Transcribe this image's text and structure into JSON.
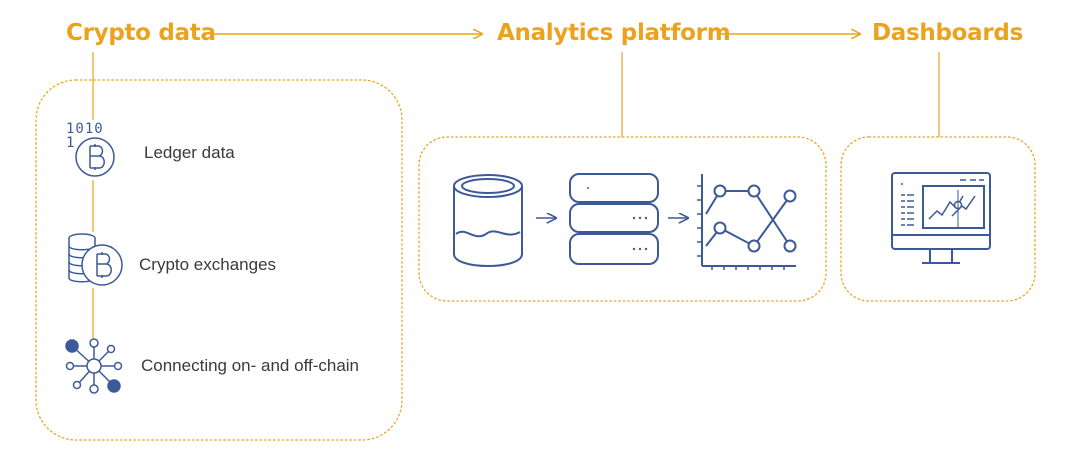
{
  "headings": {
    "crypto_data": "Crypto data",
    "analytics_platform": "Analytics platform",
    "dashboards": "Dashboards"
  },
  "sources": [
    {
      "label": "Ledger data",
      "icon": "bitcoin-ledger-icon"
    },
    {
      "label": "Crypto exchanges",
      "icon": "bitcoin-coins-icon"
    },
    {
      "label": "Connecting on- and off-chain",
      "icon": "network-nodes-icon"
    }
  ],
  "pipeline": {
    "stages": [
      "database-icon",
      "server-stack-icon",
      "line-chart-icon"
    ]
  },
  "dashboard": {
    "icon": "monitor-dashboard-icon"
  },
  "ledger_icon_text": "1010",
  "colors": {
    "accent": "#EBA21F",
    "icon_blue": "#3D5A98",
    "text": "#3a3a3a"
  }
}
